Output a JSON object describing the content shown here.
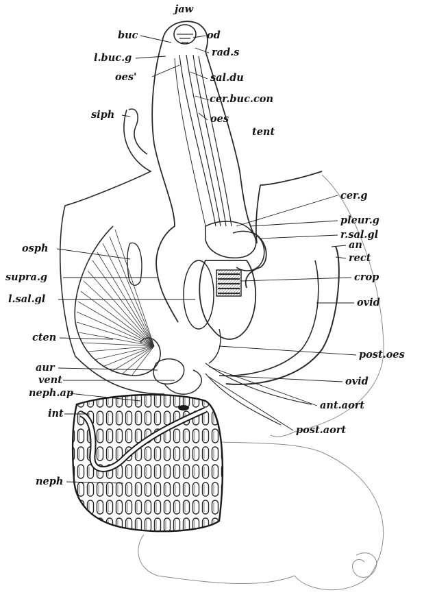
{
  "figure": {
    "labels": {
      "jaw": "jaw",
      "buc": "buc",
      "od": "od",
      "l_buc_g": "l.buc.g",
      "rad_s": "rad.s",
      "oes_prime": "oes'",
      "sal_du": "sal.du",
      "cer_buc_con": "cer.buc.con",
      "siph": "siph",
      "oes": "oes",
      "tent": "tent",
      "cer_g": "cer.g",
      "pleur_g": "pleur.g",
      "r_sal_gl": "r.sal.gl",
      "an": "an",
      "osph": "osph",
      "rect": "rect",
      "supra_g": "supra.g",
      "crop": "crop",
      "l_sal_gl": "l.sal.gl",
      "ovid": "ovid",
      "cten": "cten",
      "post_oes": "post.oes",
      "aur": "aur",
      "vent": "vent",
      "ovid_2": "ovid",
      "neph_ap": "neph.ap",
      "ant_aort": "ant.aort",
      "int": "int",
      "post_aort": "post.aort",
      "neph": "neph"
    },
    "colors": {
      "ink": "#1a1a1a",
      "paper": "#ffffff"
    }
  }
}
